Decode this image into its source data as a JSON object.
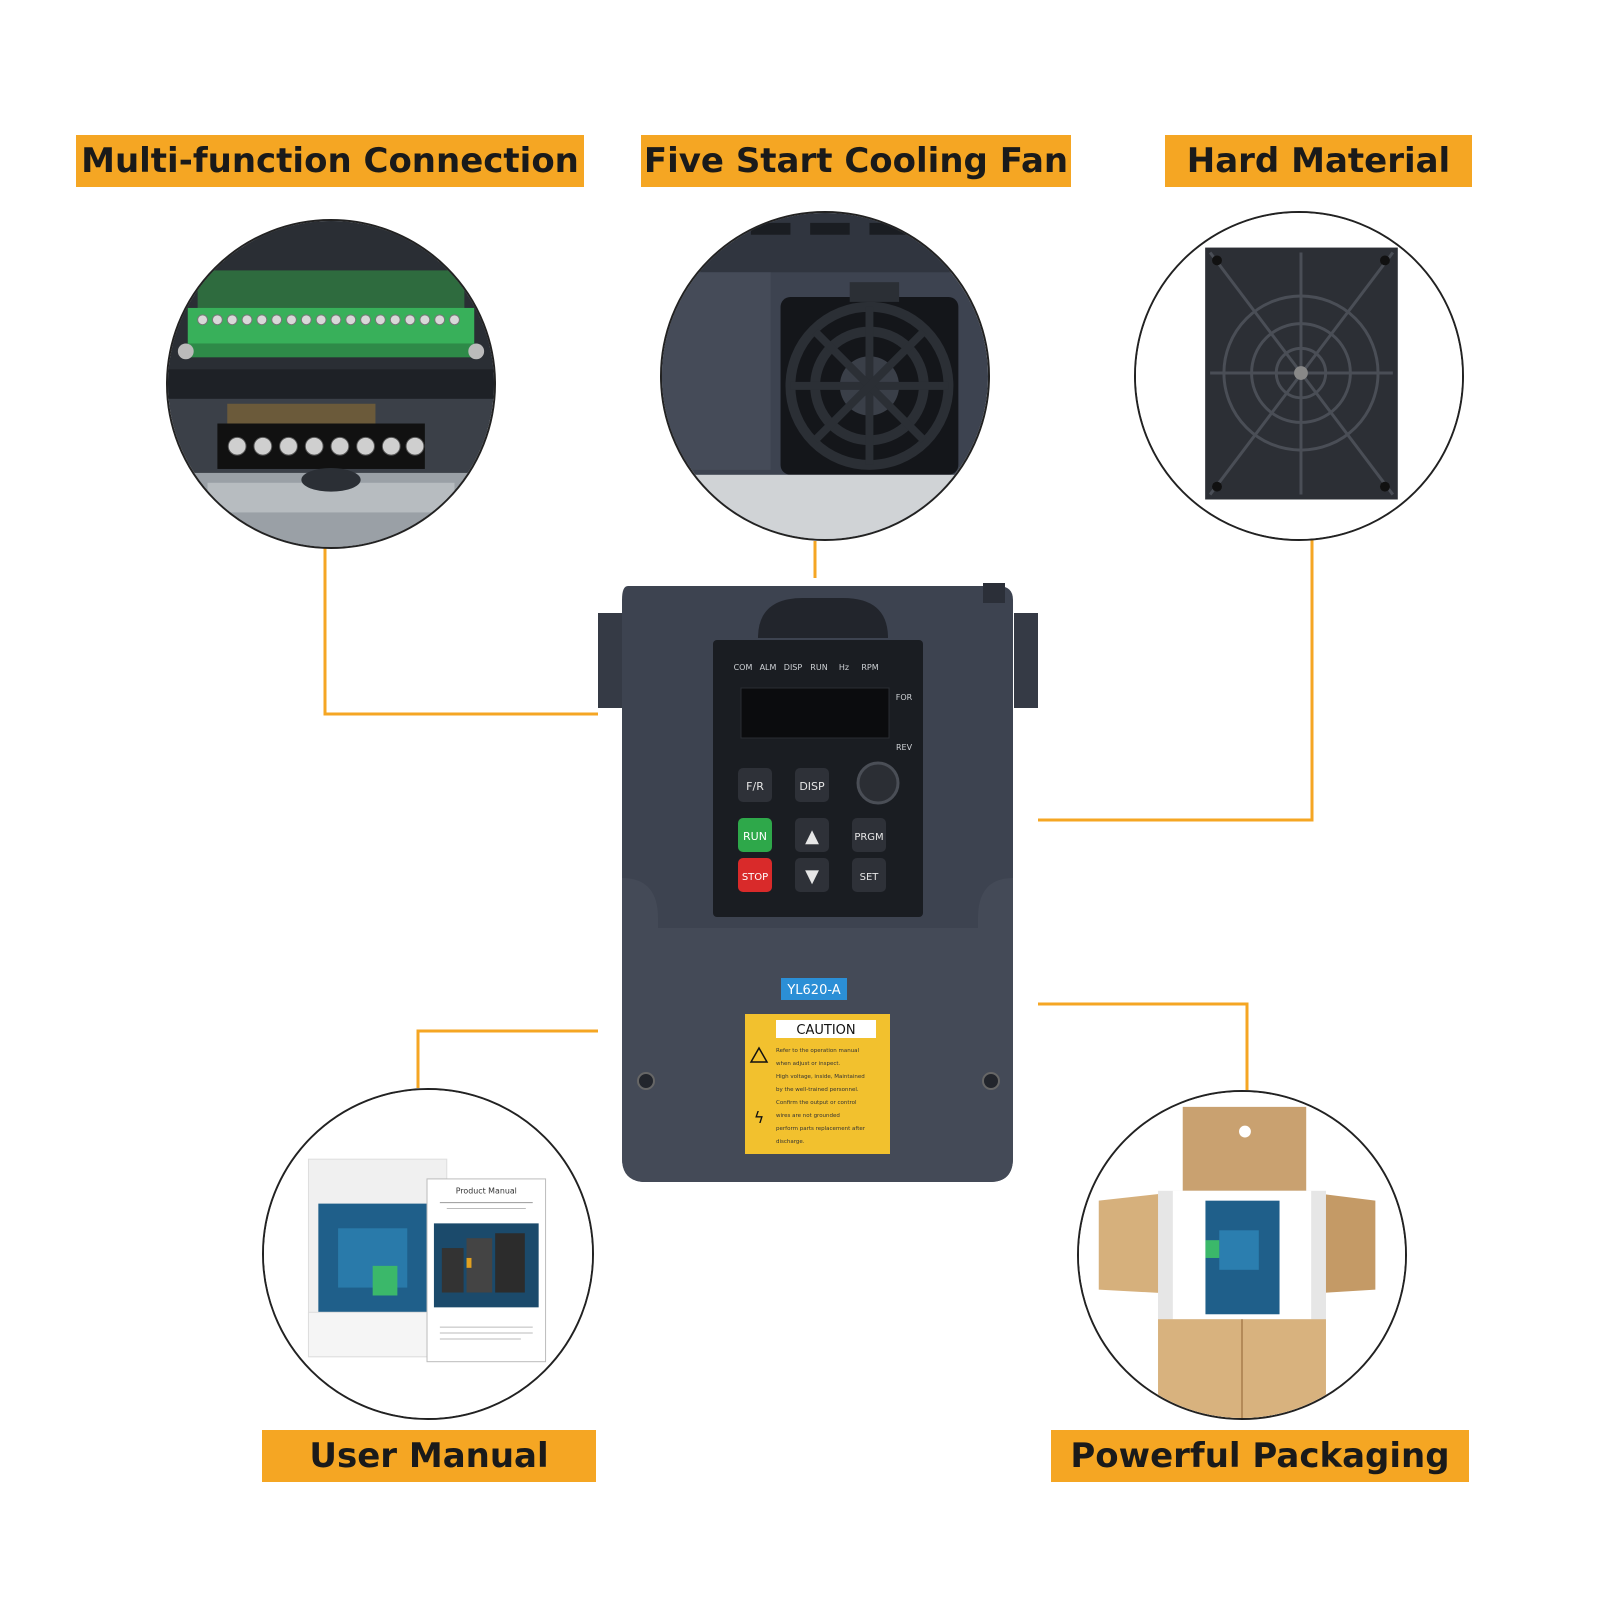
{
  "labels": {
    "multi_function": "Multi-function Connection",
    "cooling_fan": "Five Start Cooling Fan",
    "hard_material": "Hard Material",
    "user_manual": "User Manual",
    "packaging": "Powerful Packaging"
  },
  "device": {
    "indicators": [
      "COM",
      "ALM",
      "DISP",
      "RUN",
      "Hz",
      "RPM"
    ],
    "for_label": "FOR",
    "rev_label": "REV",
    "keys": {
      "fr": "F/R",
      "disp": "DISP",
      "run": "RUN",
      "prgm": "PRGM",
      "stop": "STOP",
      "set": "SET",
      "up": "▲",
      "down": "▼"
    },
    "model": "YL620-A",
    "caution_title": "CAUTION",
    "caution_lines": [
      "Refer  to the operation manual",
      "when adjust or inspect.",
      "High voltage,  inside, Maintained",
      "by the well-trained personnel.",
      "Confirm the output or control",
      "wires are not grounded",
      "perform parts replacement after",
      "discharge."
    ]
  },
  "manual": {
    "title": "Product Manual"
  },
  "colors": {
    "label_bg": "#F5A623",
    "connector": "#F5A623",
    "device_body": "#3d4350",
    "caution_yellow": "#F2C12E",
    "run_green": "#2ea84a",
    "stop_red": "#d92a2a",
    "model_blue": "#2b8fd6"
  }
}
